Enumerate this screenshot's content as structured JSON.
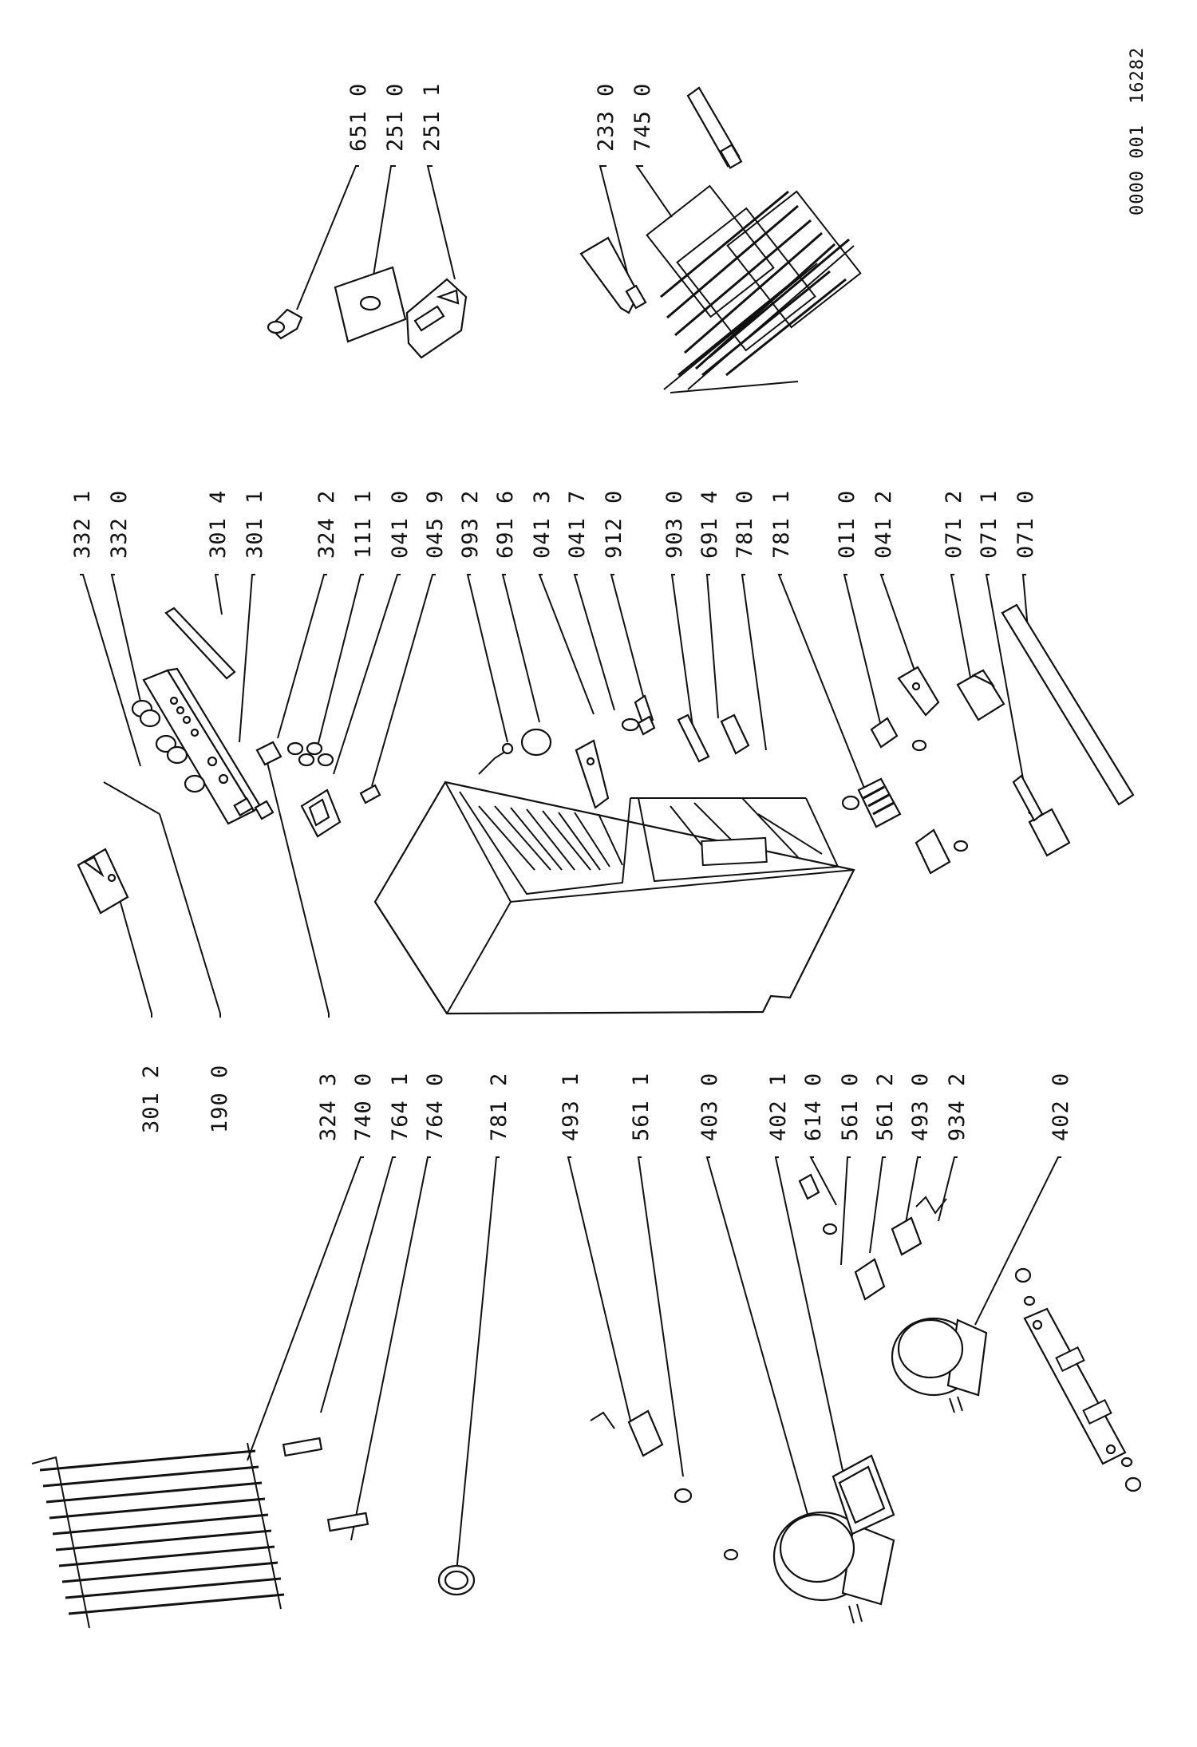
{
  "reference": {
    "code": "0000 001",
    "drawing": "16282"
  },
  "labels": {
    "c1": [
      "651 0",
      "251 0",
      "251 1"
    ],
    "c2": [
      "233 0",
      "745 0"
    ],
    "c3": [
      "332 1",
      "332 0"
    ],
    "c4": [
      "301 4",
      "301 1"
    ],
    "c5": [
      "324 2",
      "111 1",
      "041 0",
      "045 9",
      "993 2",
      "691 6",
      "041 3",
      "041 7",
      "912 0"
    ],
    "c6": [
      "903 0",
      "691 4",
      "781 0",
      "781 1"
    ],
    "c7": [
      "011 0",
      "041 2"
    ],
    "c8": [
      "071 2",
      "071 1",
      "071 0"
    ],
    "l1": [
      "301 2"
    ],
    "l2": [
      "190 0"
    ],
    "l3": [
      "324 3",
      "740 0",
      "764 1",
      "764 0"
    ],
    "l4": [
      "781 2"
    ],
    "l5": [
      "493 1",
      "561 1",
      "403 0"
    ],
    "l6": [
      "402 1",
      "614 0",
      "561 0",
      "561 2",
      "493 0",
      "934 2"
    ],
    "l7": [
      "402 0"
    ]
  }
}
